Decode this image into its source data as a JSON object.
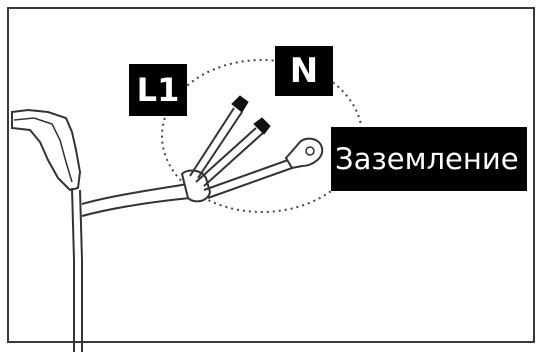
{
  "diagram": {
    "labels": {
      "l1": "L1",
      "n": "N",
      "ground": "Заземление"
    },
    "colors": {
      "background": "#ffffff",
      "line": "#3a3a3a",
      "label_bg": "#000000",
      "label_text": "#ffffff",
      "wire_tip": "#111111"
    }
  }
}
